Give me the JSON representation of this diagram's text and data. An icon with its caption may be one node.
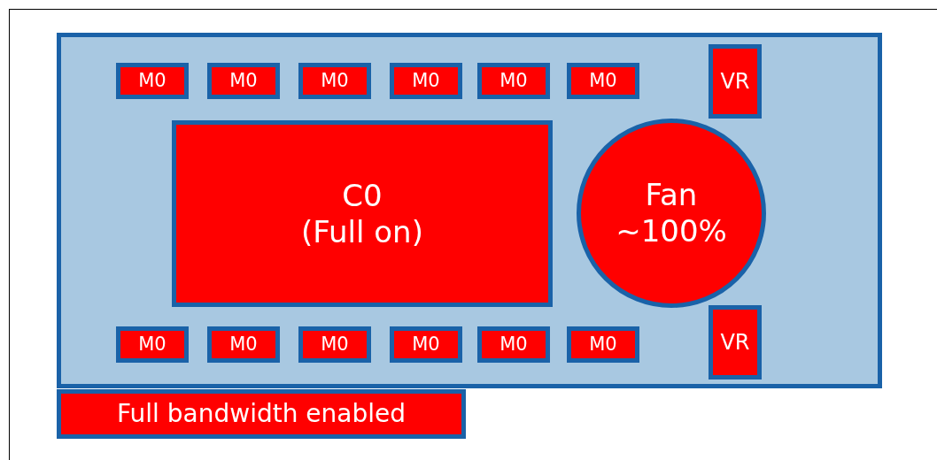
{
  "diagram": {
    "nodes": [
      {
        "text": [],
        "shape": "box"
      },
      {
        "text": [
          "M0"
        ],
        "in": 0
      },
      {
        "text": [
          "M0"
        ],
        "in": 0
      },
      {
        "text": [
          "M0"
        ],
        "in": 0
      },
      {
        "text": [
          "M0"
        ],
        "in": 0
      },
      {
        "text": [
          "M0"
        ],
        "in": 0
      },
      {
        "text": [
          "M0"
        ],
        "in": 0
      },
      {
        "text": [
          "VR"
        ],
        "in": 0
      },
      {
        "text": [
          "C0",
          "(Full on)"
        ],
        "in": 0
      },
      {
        "text": [
          "Fan",
          "~100%"
        ],
        "in": 0
      },
      {
        "text": [
          "M0"
        ],
        "in": 0
      },
      {
        "text": [
          "M0"
        ],
        "in": 0
      },
      {
        "text": [
          "M0"
        ],
        "in": 0
      },
      {
        "text": [
          "M0"
        ],
        "in": 0
      },
      {
        "text": [
          "M0"
        ],
        "in": 0
      },
      {
        "text": [
          "M0"
        ],
        "in": 0
      },
      {
        "text": [
          "VR"
        ],
        "in": 0
      },
      {
        "text": [
          "Full bandwidth enabled"
        ]
      }
    ],
    "edges": []
  }
}
